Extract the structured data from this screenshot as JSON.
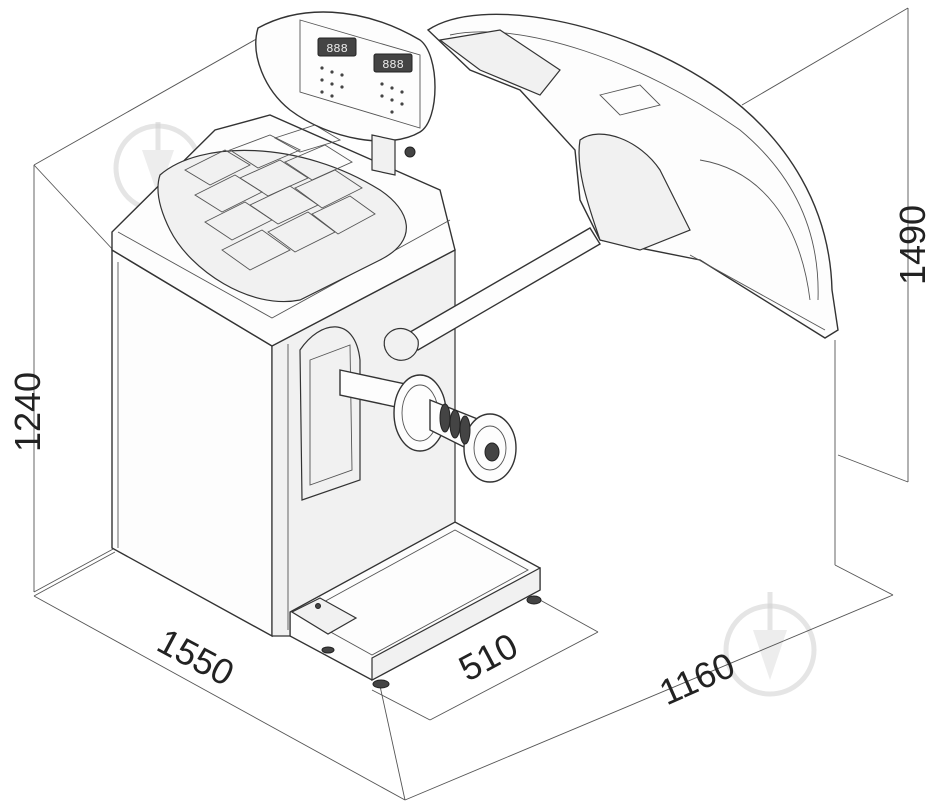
{
  "dimensions": {
    "overall_width": "1550",
    "overall_height": "1240",
    "hood_height": "1490",
    "depth": "1160",
    "base_width": "510"
  },
  "display": {
    "left_readout": "888",
    "right_readout": "888"
  },
  "watermark": "logo"
}
